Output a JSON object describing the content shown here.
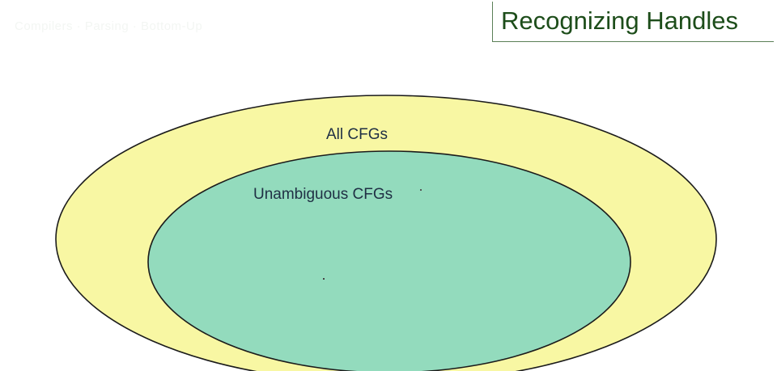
{
  "watermark": "Compilers · Parsing · Bottom-Up",
  "title": "Recognizing Handles",
  "sets": {
    "outer": {
      "label": "All CFGs",
      "color": "#f8f7a3"
    },
    "inner": {
      "label": "Unambiguous CFGs",
      "color": "#93dbbd"
    }
  }
}
